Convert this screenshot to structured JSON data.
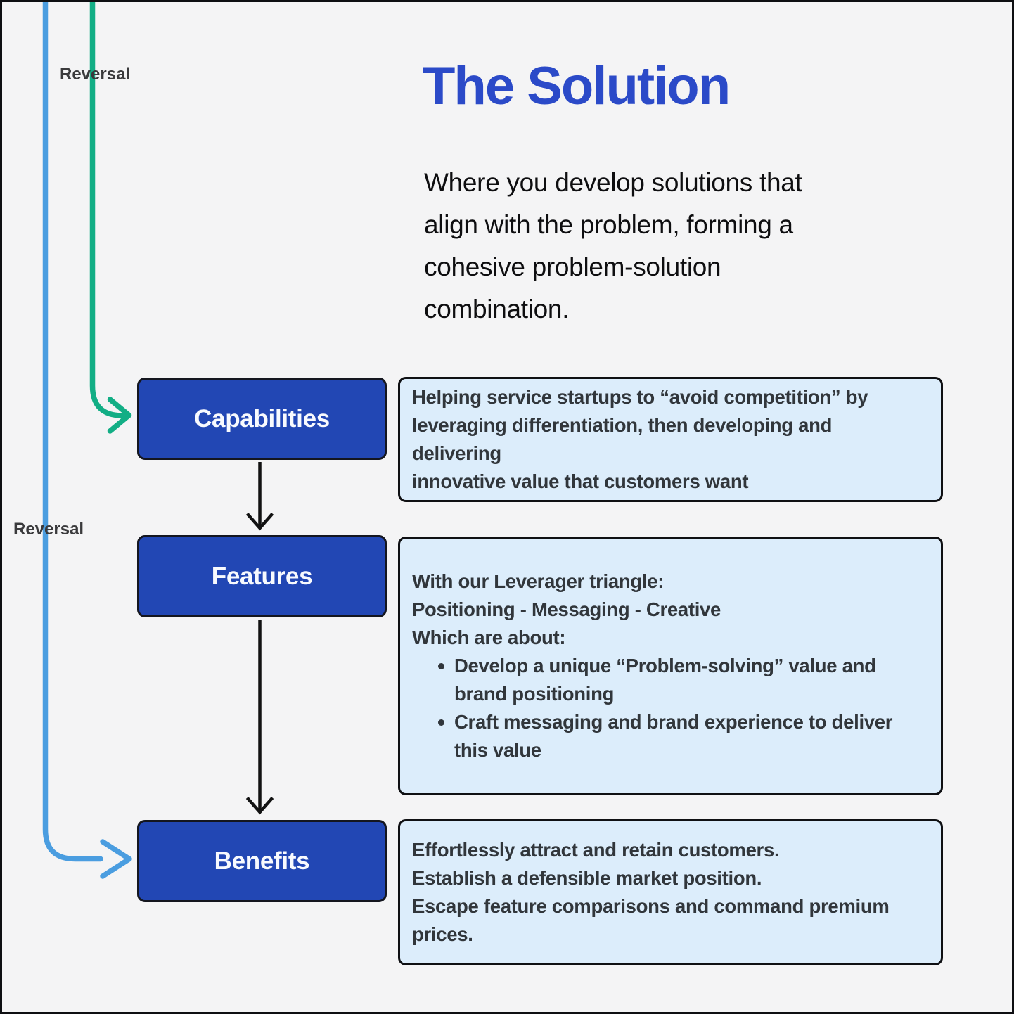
{
  "page": {
    "background_color": "#F4F4F5",
    "frame_border_color": "#0E0F12"
  },
  "header": {
    "title": "The Solution",
    "title_color": "#2B4AC8",
    "intro_lines": [
      "Where you develop solutions that",
      "align with the problem, forming a",
      "cohesive problem-solution",
      "combination."
    ]
  },
  "reversal": {
    "top_label": "Reversal",
    "left_label": "Reversal",
    "green_arrow_color": "#12AE85",
    "blue_arrow_color": "#4A9DE0",
    "flow_arrow_color": "#121212"
  },
  "flow": {
    "box_fill_color": "#2247B4",
    "box_border_color": "#14161F",
    "stages": [
      {
        "label": "Capabilities"
      },
      {
        "label": "Features"
      },
      {
        "label": "Benefits"
      }
    ]
  },
  "info_style": {
    "fill_color": "#DCEDFB",
    "border_color": "#0F1013",
    "text_color": "#31363B"
  },
  "info_boxes": [
    {
      "lines": [
        "Helping service startups to “avoid competition” by",
        "leveraging differentiation, then developing and delivering",
        "innovative value that customers want"
      ]
    },
    {
      "lines": [
        "With our Leverager triangle:",
        "Positioning - Messaging - Creative",
        "Which are about:"
      ],
      "bullets": [
        {
          "lines": [
            "Develop a unique “Problem-solving” value and",
            "brand positioning"
          ]
        },
        {
          "lines": [
            "Craft messaging and brand experience to deliver",
            "this value"
          ]
        }
      ]
    },
    {
      "lines": [
        "Effortlessly attract and retain customers.",
        "Establish a defensible market position.",
        "Escape feature comparisons and command premium",
        "prices."
      ]
    }
  ]
}
